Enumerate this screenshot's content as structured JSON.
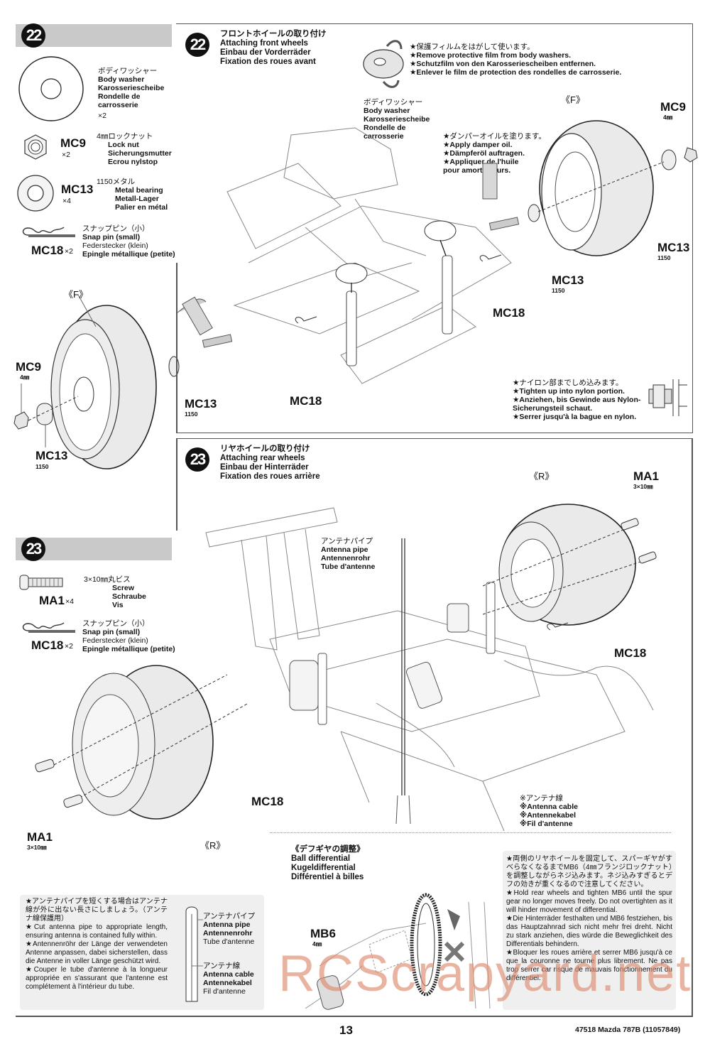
{
  "step22_parts": {
    "step_number": "22",
    "body_washer": {
      "jp": "ボディワッシャー",
      "en": "Body washer",
      "de": "Karosseriescheibe",
      "fr1": "Rondelle de",
      "fr2": "carrosserie",
      "qty": "×2"
    },
    "mc9": {
      "code": "MC9",
      "qty": "×2",
      "jp": "4㎜ロックナット",
      "en": "Lock nut",
      "de": "Sicherungsmutter",
      "fr": "Ecrou nylstop"
    },
    "mc13": {
      "code": "MC13",
      "qty": "×4",
      "jp": "1150メタル",
      "en": "Metal bearing",
      "de": "Metall-Lager",
      "fr": "Palier en métal"
    },
    "mc18": {
      "code": "MC18",
      "qty": "×2",
      "jp": "スナップピン（小）",
      "en": "Snap pin (small)",
      "de": "Federstecker (klein)",
      "fr": "Epingle métallique (petite)"
    }
  },
  "step22": {
    "step_number": "22",
    "title_jp": "フロントホイールの取り付け",
    "title_en": "Attaching front wheels",
    "title_de": "Einbau der Vorderräder",
    "title_fr": "Fixation des roues avant",
    "film_note": [
      "★保護フィルムをはがして使います。",
      "★Remove protective film from body washers.",
      "★Schutzfilm von den Karosseriescheiben entfernen.",
      "★Enlever le film de protection des rondelles de carrosserie."
    ],
    "washer_label": [
      "ボディワッシャー",
      "Body washer",
      "Karosseriescheibe",
      "Rondelle de",
      "carrosserie"
    ],
    "oil_note": [
      "★ダンパーオイルを塗ります。",
      "★Apply damper oil.",
      "★Dämpferöl auftragen.",
      "★Appliquer de l'huile",
      "pour amortisseurs."
    ],
    "wheel_tag": "《F》",
    "labels": {
      "mc9": "MC9",
      "mc9_sub": "4㎜",
      "mc13": "MC13",
      "mc13_sub": "1150",
      "mc18": "MC18"
    },
    "nylon_note": [
      "★ナイロン部までしめ込みます。",
      "★Tighten up into nylon portion.",
      "★Anziehen, bis Gewinde aus Nylon-",
      "Sicherungsteil schaut.",
      "★Serrer jusqu'à la bague en nylon."
    ]
  },
  "step23_parts": {
    "step_number": "23",
    "ma1": {
      "code": "MA1",
      "qty": "×4",
      "jp": "3×10㎜丸ビス",
      "en": "Screw",
      "de": "Schraube",
      "fr": "Vis"
    },
    "mc18": {
      "code": "MC18",
      "qty": "×2",
      "jp": "スナップピン（小）",
      "en": "Snap pin (small)",
      "de": "Federstecker (klein)",
      "fr": "Epingle métallique (petite)"
    }
  },
  "step23": {
    "step_number": "23",
    "title_jp": "リヤホイールの取り付け",
    "title_en": "Attaching rear wheels",
    "title_de": "Einbau der Hinterräder",
    "title_fr": "Fixation des roues arrière",
    "antenna_pipe": [
      "アンテナパイプ",
      "Antenna pipe",
      "Antennenrohr",
      "Tube d'antenne"
    ],
    "antenna_cable": [
      "※アンテナ線",
      "※Antenna cable",
      "※Antennekabel",
      "※Fil d'antenne"
    ],
    "wheel_tag": "《R》",
    "labels": {
      "ma1": "MA1",
      "ma1_sub": "3×10㎜",
      "mc18": "MC18"
    },
    "diff_title": [
      "《デフギヤの調整》",
      "Ball differential",
      "Kugeldifferential",
      "Différentiel à billes"
    ],
    "mb6": {
      "code": "MB6",
      "sub": "4㎜"
    },
    "diff_note": [
      "★両側のリヤホイールを固定して、スパーギヤがすべらなくなるまでMB6（4㎜フランジロックナット）を調整しながらネジ込みます。ネジ込みすぎるとデフの効きが重くなるので注意してください。",
      "★Hold rear wheels and tighten MB6 until the spur gear no longer moves freely. Do not overtighten as it will hinder movement of differential.",
      "★Die Hinterräder festhalten und MB6 festziehen, bis das Hauptzahnrad sich nicht mehr frei dreht. Nicht zu stark anziehen, dies würde die Beweglichkeit des Differentials behindern.",
      "★Bloquer les roues arrière et serrer MB6 jusqu'à ce que la couronne ne tourne plus librement. Ne pas trop serrer car risque de mauvais fonctionnement du différentiel."
    ],
    "antenna_note": [
      "★アンテナパイプを短くする場合はアンテナ線が外に出ない長さにしましょう。（アンテナ線保護用）",
      "★Cut antenna pipe to appropriate length, ensuring antenna is contained fully within.",
      "★Antennenröhr der Länge der verwendeten Antenne anpassen, dabei sicherstellen, dass die Antenne in voller Länge geschützt wird.",
      "★Couper le tube d'antenne à la longueur appropriée en s'assurant que l'antenne est complétement à l'intérieur du tube."
    ],
    "antenna_box_pipe": [
      "アンテナパイプ",
      "Antenna pipe",
      "Antennenrohr",
      "Tube d'antenne"
    ],
    "antenna_box_cable": [
      "アンテナ線",
      "Antenna cable",
      "Antennekabel",
      "Fil d'antenne"
    ]
  },
  "footer": {
    "page_number": "13",
    "doc_id": "47518 Mazda 787B (11057849)",
    "watermark": "RCScrapyard.net"
  }
}
